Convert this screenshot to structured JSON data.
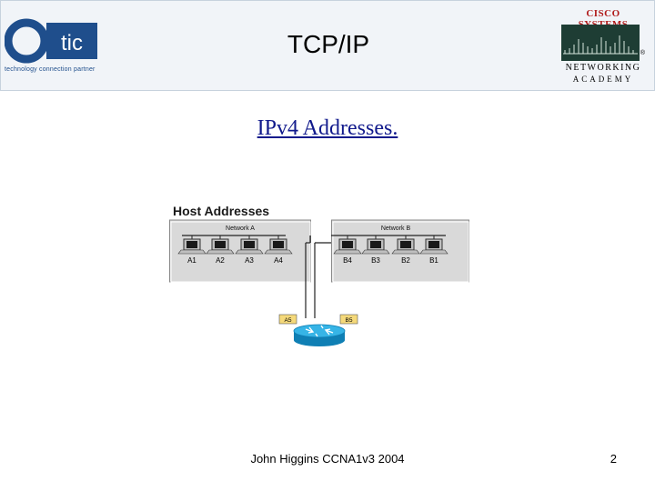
{
  "header": {
    "title": "TCP/IP",
    "left_logo": {
      "mark": "tic",
      "tagline": "technology connection partner"
    },
    "right_logo": {
      "brand": "CISCO SYSTEMS",
      "line1": "NETWORKING",
      "line2": "ACADEMY",
      "reg": "®"
    }
  },
  "subtitle": "IPv4 Addresses.",
  "diagram": {
    "title": "Host Addresses",
    "network_a": {
      "label": "Network A",
      "hosts": [
        "A1",
        "A2",
        "A3",
        "A4"
      ]
    },
    "network_b": {
      "label": "Network B",
      "hosts": [
        "B4",
        "B3",
        "B2",
        "B1"
      ]
    },
    "router_ports": [
      "A5",
      "B5"
    ]
  },
  "footer": {
    "text": "John Higgins CCNA1v3  2004",
    "page": "2"
  },
  "colors": {
    "title_blue": "#111a8c",
    "logo_blue": "#1f4e8c",
    "cisco_red": "#b01a1a",
    "port_fill": "#f5d97a",
    "router": "#1a9fd8"
  }
}
